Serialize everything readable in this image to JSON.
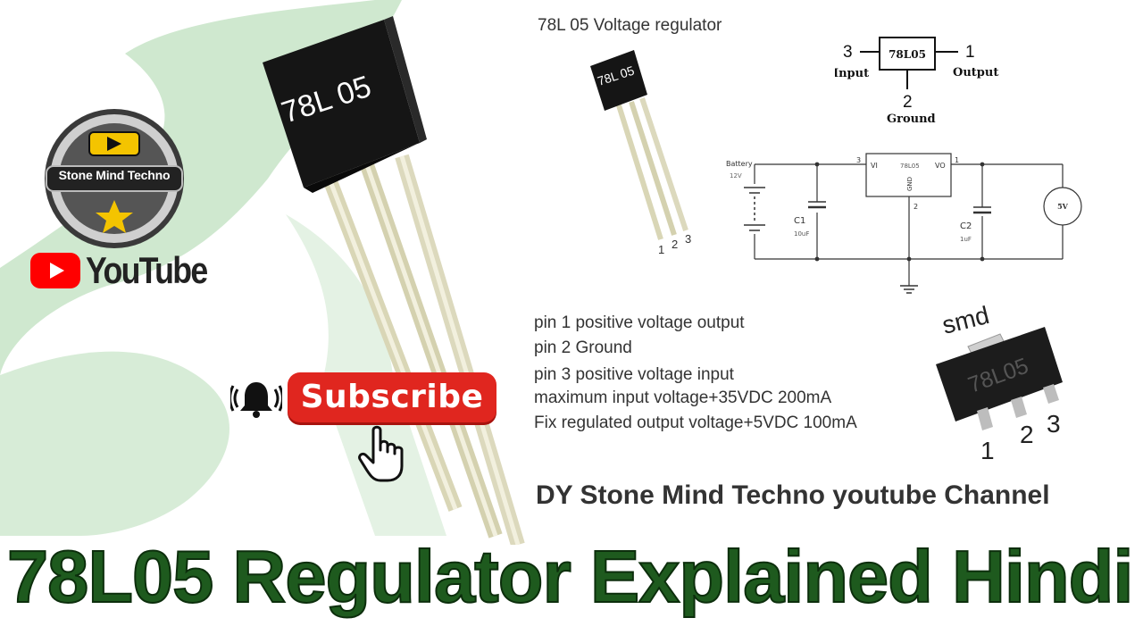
{
  "colors": {
    "headline_green": "#1e5a1e",
    "swoosh_green": "#cfe8cf",
    "subscribe_red": "#e0261f",
    "youtube_red": "#ff0000"
  },
  "transistor": {
    "marking": "78L 05"
  },
  "channel_logo": {
    "name": "Stone Mind Techno"
  },
  "youtube_badge": {
    "label": "YouTube"
  },
  "subscribe": {
    "label": "Subscribe"
  },
  "icons": [
    "bell-icon",
    "hand-pointer-icon",
    "play-icon",
    "star-icon",
    "youtube-play-icon"
  ],
  "small_title": "78L 05 Voltage regulator",
  "small_transistor": {
    "marking": "78L 05",
    "pins": [
      "1",
      "2",
      "3"
    ]
  },
  "pin_diagram": {
    "chip": "78L05",
    "input_pin": "3",
    "input_label": "Input",
    "output_pin": "1",
    "output_label": "Output",
    "ground_pin": "2",
    "ground_label": "Ground"
  },
  "circuit": {
    "battery_label": "Battery",
    "battery_voltage": "12V",
    "c1_label": "C1",
    "c1_value": "10uF",
    "c2_label": "C2",
    "c2_value": "1uF",
    "ic_label": "78L05",
    "vi_label": "VI",
    "vo_label": "VO",
    "gnd_label": "GND",
    "pin3": "3",
    "pin1": "1",
    "pin2": "2",
    "meter_label": "5V"
  },
  "specs": [
    "pin 1 positive voltage output",
    "pin 2 Ground",
    "pin 3 positive voltage input",
    "maximum input voltage+35VDC 200mA",
    "Fix regulated output voltage+5VDC 100mA"
  ],
  "smd": {
    "label": "smd",
    "marking": "78L05",
    "pins": [
      "1",
      "2",
      "3"
    ]
  },
  "channel_line": "DY Stone Mind Techno youtube Channel",
  "headline": "78L05 Regulator Explained Hindi"
}
